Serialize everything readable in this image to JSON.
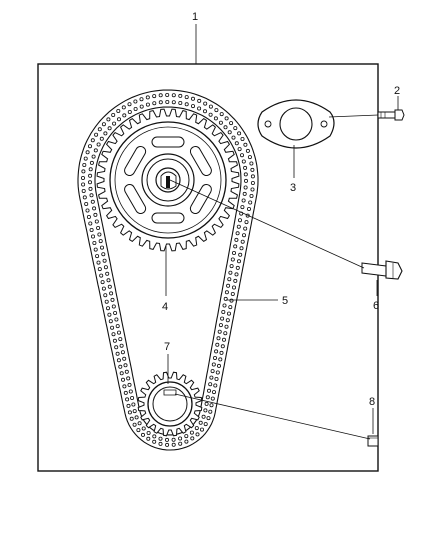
{
  "callouts": {
    "c1": "1",
    "c2": "2",
    "c3": "3",
    "c4": "4",
    "c5": "5",
    "c6": "6",
    "c7": "7",
    "c8": "8"
  },
  "parts": {
    "p1": "timing-chain-assembly",
    "p2": "bolt",
    "p3": "gasket",
    "p4": "camshaft-sprocket",
    "p5": "timing-chain",
    "p6": "sprocket-bolt",
    "p7": "crankshaft-sprocket",
    "p8": "pin"
  },
  "colors": {
    "line": "#111111",
    "paper": "#ffffff",
    "shade": "#d9d9d9"
  }
}
